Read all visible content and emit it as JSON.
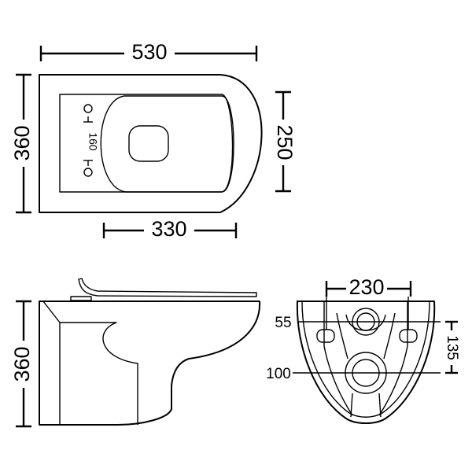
{
  "top_view": {
    "overall_length": "530",
    "overall_depth": "360",
    "bowl_depth": "250",
    "bowl_length": "330",
    "fixing_centres": "160"
  },
  "side_view": {
    "height": "360"
  },
  "rear_view": {
    "fixing_width": "230",
    "outlet_height": "135",
    "inlet_diameter": "55",
    "outlet_diameter": "100"
  }
}
